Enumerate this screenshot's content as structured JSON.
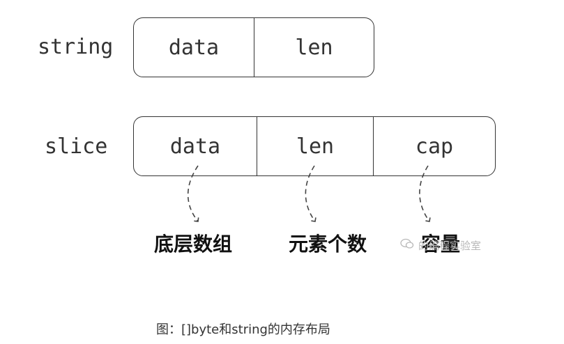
{
  "string_struct": {
    "label": "string",
    "fields": [
      "data",
      "len"
    ]
  },
  "slice_struct": {
    "label": "slice",
    "fields": [
      "data",
      "len",
      "cap"
    ]
  },
  "field_meanings": [
    "底层数组",
    "元素个数",
    "容量"
  ],
  "watermark": "的编程实验室",
  "caption": "图：[]byte和string的内存布局"
}
